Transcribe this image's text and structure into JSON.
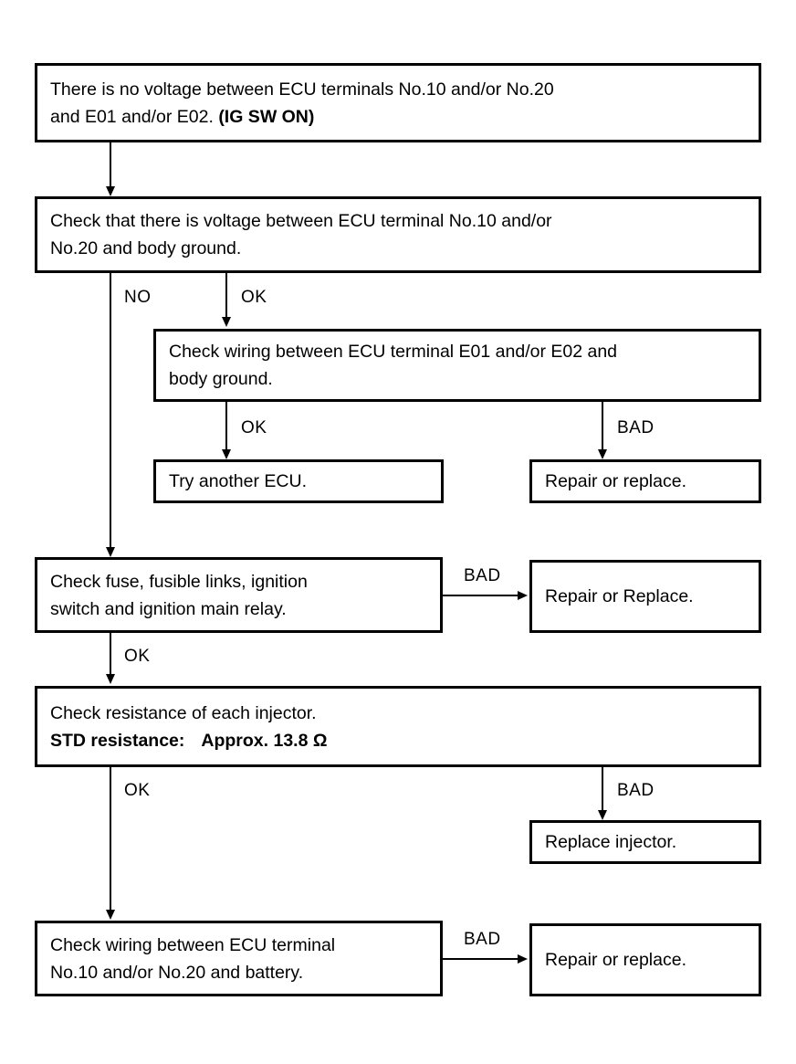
{
  "diagram": {
    "title": "ECU terminal voltage troubleshooting flowchart",
    "ink_color": "#000000",
    "background_color": "#ffffff"
  },
  "boxes": {
    "symptom": {
      "line1": "There is no voltage between ECU terminals No.10 and/or No.20",
      "line2_normal": "and E01 and/or E02. ",
      "line2_bold": "(IG SW ON)"
    },
    "check_voltage_body_ground": {
      "line1": "Check that there is voltage between ECU terminal No.10 and/or",
      "line2": "No.20 and body ground."
    },
    "check_wiring_e01_e02": {
      "line1": "Check wiring between ECU terminal E01 and/or E02 and",
      "line2": "body ground."
    },
    "try_another_ecu": {
      "line1": "Try another ECU."
    },
    "repair_or_replace_1": {
      "line1": "Repair or replace."
    },
    "check_fuse": {
      "line1": "Check fuse, fusible links, ignition",
      "line2": "switch and ignition main relay."
    },
    "repair_or_replace_2": {
      "line1": "Repair or Replace."
    },
    "check_resistance": {
      "line1": "Check resistance of each injector.",
      "line2_bold_label": "STD resistance:",
      "line2_bold_value": "Approx. 13.8 Ω"
    },
    "replace_injector": {
      "line1": "Replace injector."
    },
    "check_wiring_battery": {
      "line1": "Check wiring between ECU terminal",
      "line2": "No.10 and/or No.20 and battery."
    },
    "repair_or_replace_3": {
      "line1": "Repair or replace."
    }
  },
  "edge_labels": {
    "no_1": "NO",
    "ok_1": "OK",
    "ok_2": "OK",
    "bad_1": "BAD",
    "bad_2": "BAD",
    "ok_3": "OK",
    "ok_4": "OK",
    "bad_3": "BAD",
    "bad_4": "BAD"
  }
}
